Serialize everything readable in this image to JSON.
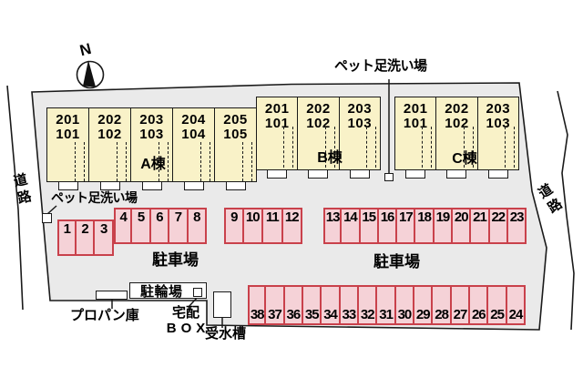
{
  "compass": {
    "north_label": "N"
  },
  "roads": {
    "left": "道路",
    "right": "道路"
  },
  "buildings": [
    {
      "name": "A棟",
      "units": [
        [
          "201",
          "101"
        ],
        [
          "202",
          "102"
        ],
        [
          "203",
          "103"
        ],
        [
          "204",
          "104"
        ],
        [
          "205",
          "105"
        ]
      ]
    },
    {
      "name": "B棟",
      "units": [
        [
          "201",
          "101"
        ],
        [
          "202",
          "102"
        ],
        [
          "203",
          "103"
        ]
      ]
    },
    {
      "name": "C棟",
      "units": [
        [
          "201",
          "101"
        ],
        [
          "202",
          "102"
        ],
        [
          "203",
          "103"
        ]
      ]
    }
  ],
  "facilities": {
    "pet_wash_top": "ペット足洗い場",
    "pet_wash_left": "ペット足洗い場",
    "parking_label_left": "駐車場",
    "parking_label_right": "駐車場",
    "bicycle_parking": "駐輪場",
    "propane": "プロパン庫",
    "delivery_box": [
      "宅配",
      "BOX"
    ],
    "water_tank": "受水槽"
  },
  "parking": {
    "rows": [
      {
        "spots": [
          "1",
          "2",
          "3"
        ]
      },
      {
        "spots": [
          "4",
          "5",
          "6",
          "7",
          "8"
        ]
      },
      {
        "spots": [
          "9",
          "10",
          "11",
          "12"
        ]
      },
      {
        "spots": [
          "13",
          "14",
          "15",
          "16",
          "17",
          "18",
          "19",
          "20",
          "21",
          "22",
          "23"
        ]
      },
      {
        "spots": [
          "38",
          "37",
          "36",
          "35",
          "34",
          "33",
          "32",
          "31",
          "30",
          "29",
          "28",
          "27",
          "26",
          "25",
          "24"
        ]
      }
    ]
  },
  "colors": {
    "site_fill": "#EAEAEA",
    "building_fill": "#F9F2C8",
    "parking_fill": "#F5D2D7",
    "parking_border": "#C9414B",
    "outline": "#1A1A1A"
  }
}
